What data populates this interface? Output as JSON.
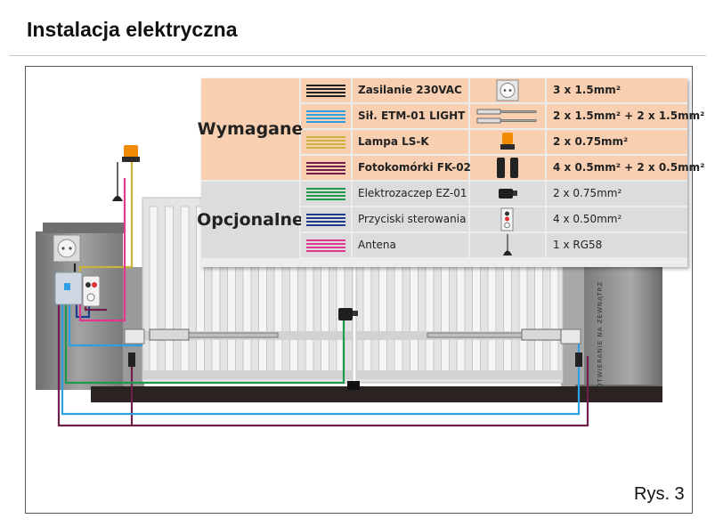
{
  "title": "Instalacja elektryczna",
  "figure_label": "Rys. 3",
  "post_vertical_text": "OTWIERANIE NA ZEWNĄTRZ",
  "legend": {
    "groups": {
      "required": "Wymagane",
      "optional": "Opcjonalne"
    },
    "rows": [
      {
        "group": "required",
        "name": "Zasilanie 230VAC",
        "value": "3 x 1.5mm²",
        "color": "#222222",
        "icon": "power-socket-icon"
      },
      {
        "group": "required",
        "name": "Sił. ETM-01 LIGHT",
        "value": "2 x 1.5mm² + 2 x 1.5mm²",
        "color": "#2e9fe0",
        "icon": "actuator-icon"
      },
      {
        "group": "required",
        "name": "Lampa LS-K",
        "value": "2 x 0.75mm²",
        "color": "#c9b33a",
        "icon": "warning-lamp-icon"
      },
      {
        "group": "required",
        "name": "Fotokomórki FK-02",
        "value": "4 x 0.5mm² + 2 x 0.5mm²",
        "color": "#6e1f4a",
        "icon": "photocell-icon"
      },
      {
        "group": "optional",
        "name": "Elektrozaczep EZ-01",
        "value": "2 x 0.75mm²",
        "color": "#1f9a4c",
        "icon": "electric-lock-icon"
      },
      {
        "group": "optional",
        "name": "Przyciski sterowania",
        "value": "4 x 0.50mm²",
        "color": "#1f3c8e",
        "icon": "control-buttons-icon"
      },
      {
        "group": "optional",
        "name": "Antena",
        "value": "1 x RG58",
        "color": "#e0388f",
        "icon": "antenna-icon"
      }
    ]
  },
  "colors": {
    "required_bg": "#f8cfb0",
    "optional_bg": "#dcdcdc",
    "wall": "#8e8e8e",
    "gate": "#e2e2e2",
    "ground": "#2a2020"
  }
}
